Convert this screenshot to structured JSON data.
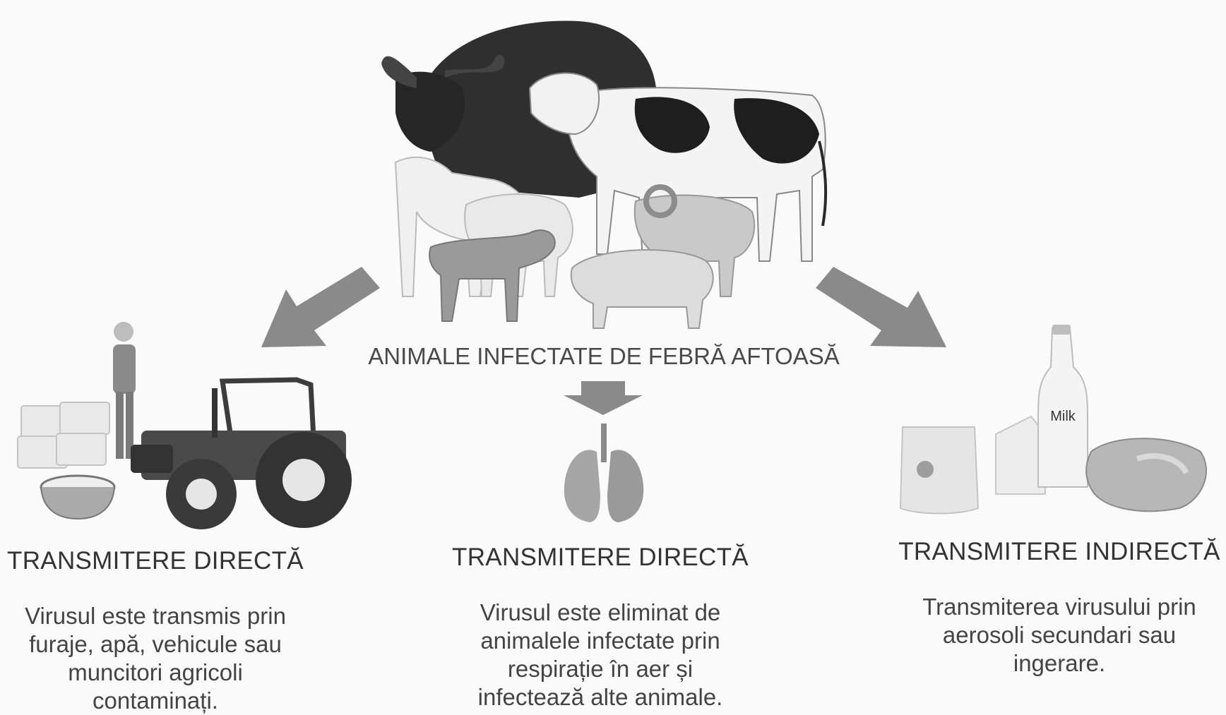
{
  "center": {
    "title": "ANIMALE INFECTATE DE FEBRĂ AFTOASĂ"
  },
  "left": {
    "heading": "TRANSMITERE DIRECTĂ",
    "lines": [
      "Virusul este transmis prin",
      "furaje, apă, vehicule sau",
      "muncitori agricoli",
      "contaminați."
    ]
  },
  "middle": {
    "heading": "TRANSMITERE DIRECTĂ",
    "lines": [
      "Virusul este eliminat de",
      "animalele infectate prin",
      "respirație în aer și",
      "infectează alte animale."
    ]
  },
  "right": {
    "heading": "TRANSMITERE INDIRECTĂ",
    "lines": [
      "Transmiterea virusului prin",
      "aerosoli secundari sau",
      "ingerare."
    ],
    "milk_label": "Milk"
  },
  "colors": {
    "arrow": "#8a8a8a",
    "buffalo": "#2f2f2f",
    "cow_spots": "#1e1e1e",
    "tractor": "#3c3c3c"
  }
}
